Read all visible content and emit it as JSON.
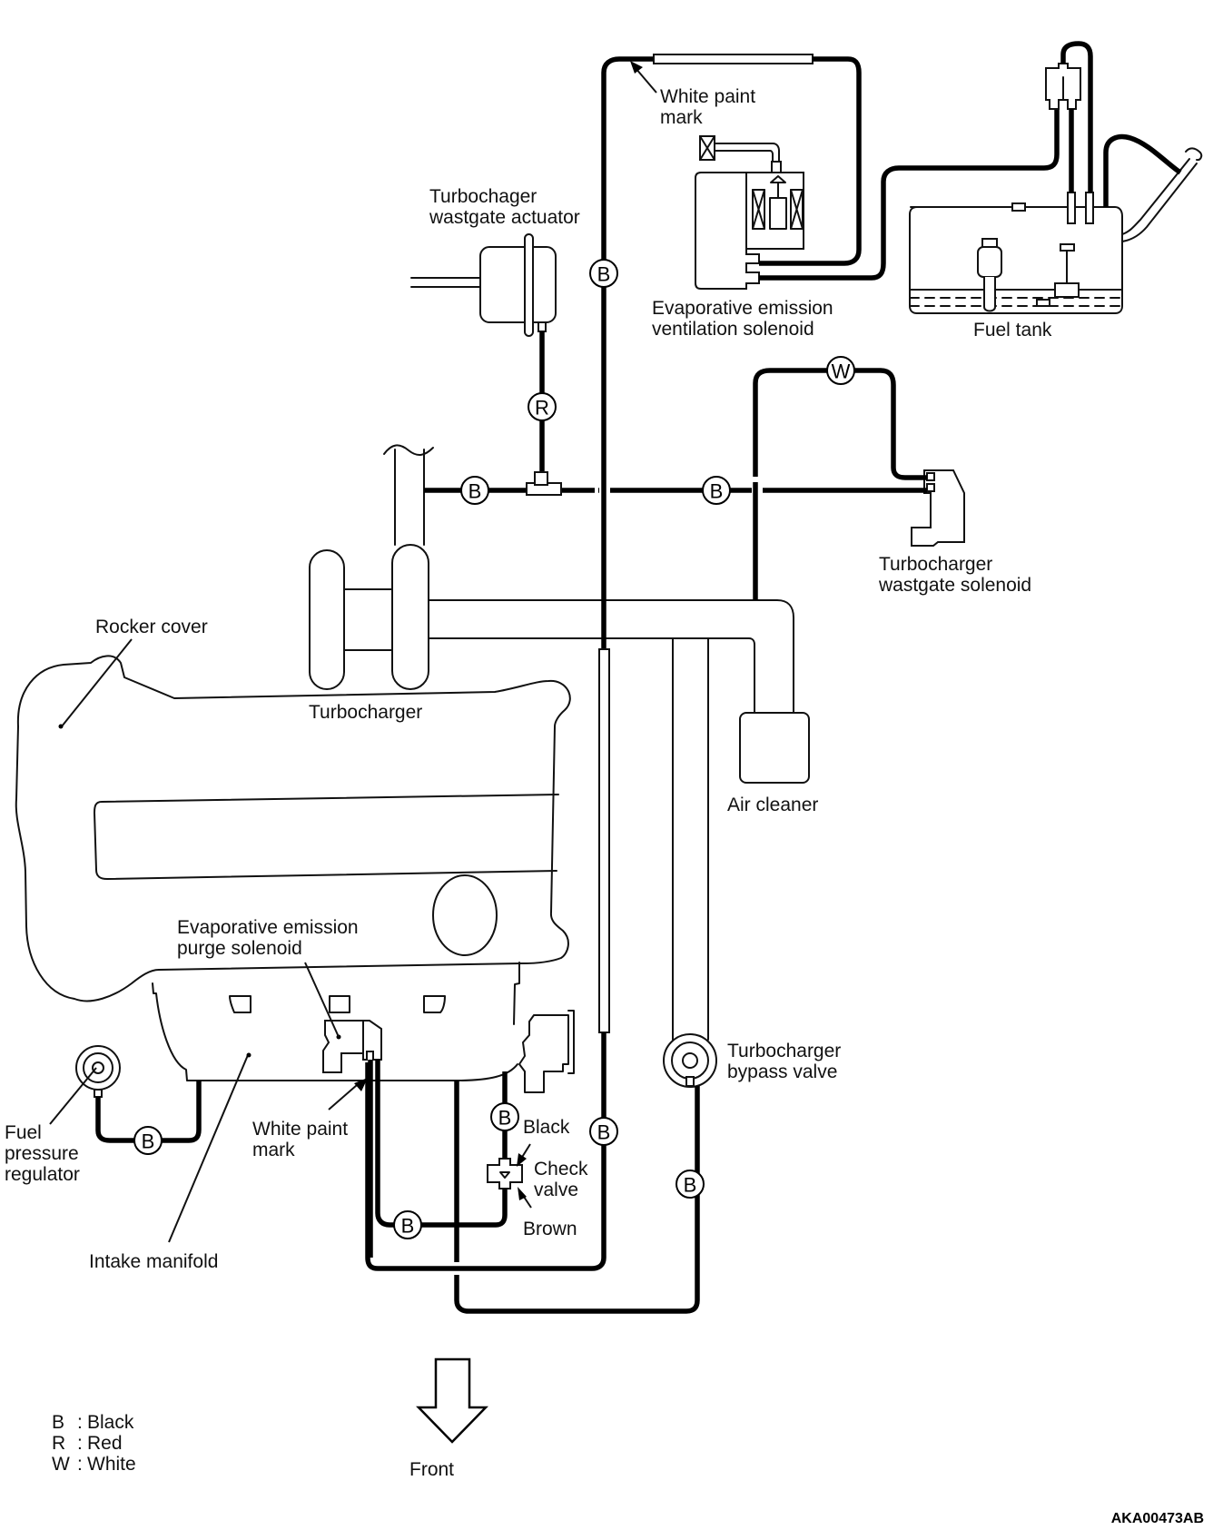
{
  "diagram": {
    "title": "Vacuum hose routing (turbocharger / evaporative emission system)",
    "code": "AKA00473AB",
    "labels": {
      "white_paint_mark_top": [
        "White paint",
        "mark"
      ],
      "wastegate_actuator": [
        "Turbochager",
        "wastgate actuator"
      ],
      "evap_ventilation_solenoid": [
        "Evaporative emission",
        "ventilation solenoid"
      ],
      "fuel_tank": [
        "Fuel tank"
      ],
      "wastegate_solenoid": [
        "Turbocharger",
        "wastgate solenoid"
      ],
      "rocker_cover": [
        "Rocker cover"
      ],
      "turbocharger": [
        "Turbocharger"
      ],
      "air_cleaner": [
        "Air cleaner"
      ],
      "evap_purge_solenoid": [
        "Evaporative emission",
        "purge solenoid"
      ],
      "fuel_pressure_regulator": [
        "Fuel",
        "pressure",
        "regulator"
      ],
      "white_paint_mark_bottom": [
        "White paint",
        "mark"
      ],
      "intake_manifold": [
        "Intake manifold"
      ],
      "check_valve": [
        "Check",
        "valve"
      ],
      "check_valve_black": "Black",
      "check_valve_brown": "Brown",
      "bypass_valve": [
        "Turbocharger",
        "bypass valve"
      ],
      "front": "Front"
    },
    "hose_tags": [
      {
        "id": "vent-solenoid-hose",
        "letter": "B"
      },
      {
        "id": "actuator-hose",
        "letter": "R"
      },
      {
        "id": "turbo-outlet-hose",
        "letter": "B"
      },
      {
        "id": "wastegate-solenoid-hose",
        "letter": "B"
      },
      {
        "id": "air-intake-hose",
        "letter": "W"
      },
      {
        "id": "fuel-regulator-hose",
        "letter": "B"
      },
      {
        "id": "check-valve-upper-hose",
        "letter": "B"
      },
      {
        "id": "purge-return-hose",
        "letter": "B"
      },
      {
        "id": "purge-supply-hose",
        "letter": "B"
      },
      {
        "id": "bypass-valve-hose",
        "letter": "B"
      }
    ],
    "legend": [
      {
        "key": "B",
        "sep": ":",
        "value": "Black"
      },
      {
        "key": "R",
        "sep": ":",
        "value": "Red"
      },
      {
        "key": "W",
        "sep": ":",
        "value": "White"
      }
    ],
    "colors": {
      "line": "#000000",
      "background": "#ffffff"
    }
  }
}
